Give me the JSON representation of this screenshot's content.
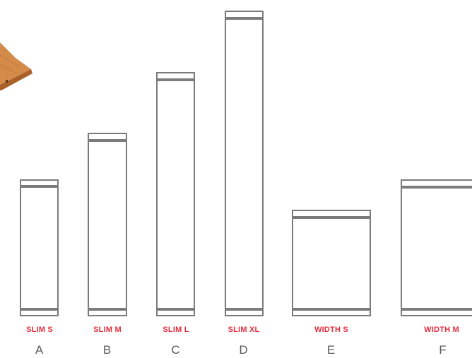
{
  "colors": {
    "label_red": "#e52b3c",
    "outline_gray": "#7b7b7b",
    "letter_gray": "#5a5a5a",
    "wood_light": "#d48b4a",
    "wood_dark": "#a9612a"
  },
  "image": {
    "fragment": "wooden-board-corner"
  },
  "products": [
    {
      "size": "SLIM S",
      "letter": "A"
    },
    {
      "size": "SLIM M",
      "letter": "B"
    },
    {
      "size": "SLIM L",
      "letter": "C"
    },
    {
      "size": "SLIM XL",
      "letter": "D"
    },
    {
      "size": "WIDTH S",
      "letter": "E"
    },
    {
      "size": "WIDTH M",
      "letter": "F"
    }
  ]
}
